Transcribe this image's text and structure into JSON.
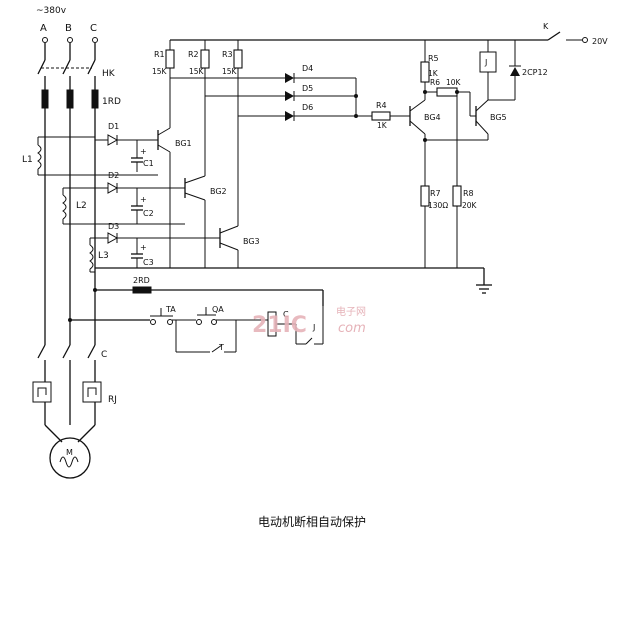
{
  "title": "电动机断相自动保护",
  "supply": {
    "voltage": "~380v",
    "phases": [
      "A",
      "B",
      "C"
    ],
    "breaker": "HK",
    "fuses": "1RD",
    "control_fuse": "2RD",
    "dc_supply": "20V",
    "dc_switch": "K"
  },
  "coils": [
    "L1",
    "L2",
    "L3"
  ],
  "diodes": [
    "D1",
    "D2",
    "D3",
    "D4",
    "D5",
    "D6"
  ],
  "capacitors": [
    "C1",
    "C2",
    "C3"
  ],
  "transistors": [
    "BG1",
    "BG2",
    "BG3",
    "BG4",
    "BG5"
  ],
  "resistors": {
    "R1": "R1",
    "R1_val": "15K",
    "R2": "R2",
    "R2_val": "15K",
    "R3": "R3",
    "R3_val": "15K",
    "R4": "R4",
    "R4_val": "1K",
    "R5": "R5",
    "R5_val": "1K",
    "R6": "R6",
    "R6_val": "10K",
    "R7": "R7",
    "R7_val": "130Ω",
    "R8": "R8",
    "R8_val": "20K"
  },
  "relay": "J",
  "zener": "2CP12",
  "control": {
    "stop": "TA",
    "start": "QA",
    "contactor": "C",
    "hold_contact": "T",
    "relay_contact": "J"
  },
  "contactor_main": "C",
  "thermal_relay": "RJ",
  "motor": "M",
  "watermark": {
    "brand": "21IC",
    "cn": "电子网",
    "domain": "com"
  }
}
